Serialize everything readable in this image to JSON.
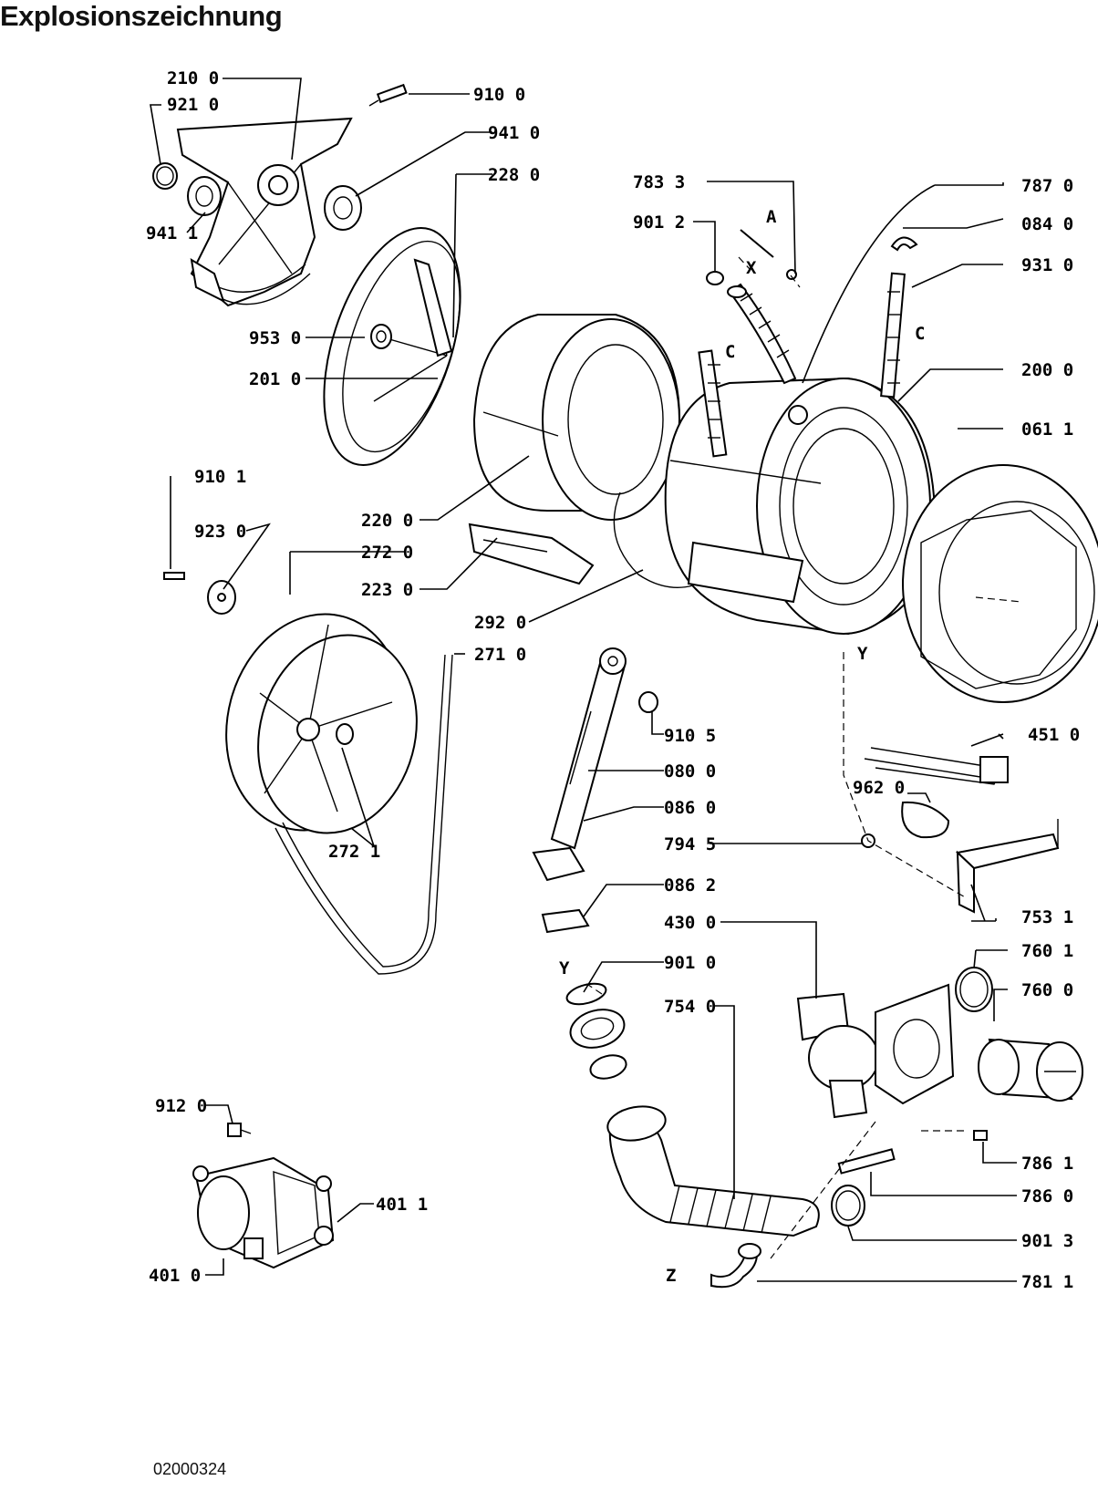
{
  "page_title": "Explosionszeichnung",
  "doc_number": "02000324",
  "letters": {
    "A": "A",
    "X": "X",
    "C1": "C",
    "C2": "C",
    "Y1": "Y",
    "Y2": "Y",
    "Z": "Z"
  },
  "labels": [
    {
      "id": "210-0",
      "text": "210 0"
    },
    {
      "id": "921-0",
      "text": "921 0"
    },
    {
      "id": "910-0",
      "text": "910 0"
    },
    {
      "id": "941-0",
      "text": "941 0"
    },
    {
      "id": "941-1",
      "text": "941 1"
    },
    {
      "id": "228-0",
      "text": "228 0"
    },
    {
      "id": "953-0",
      "text": "953 0"
    },
    {
      "id": "201-0",
      "text": "201 0"
    },
    {
      "id": "783-3",
      "text": "783 3"
    },
    {
      "id": "901-2",
      "text": "901 2"
    },
    {
      "id": "787-0",
      "text": "787 0"
    },
    {
      "id": "084-0",
      "text": "084 0"
    },
    {
      "id": "931-0",
      "text": "931 0"
    },
    {
      "id": "200-0",
      "text": "200 0"
    },
    {
      "id": "061-1",
      "text": "061 1"
    },
    {
      "id": "910-1",
      "text": "910 1"
    },
    {
      "id": "923-0",
      "text": "923 0"
    },
    {
      "id": "220-0",
      "text": "220 0"
    },
    {
      "id": "272-0",
      "text": "272 0"
    },
    {
      "id": "223-0",
      "text": "223 0"
    },
    {
      "id": "292-0",
      "text": "292 0"
    },
    {
      "id": "271-0",
      "text": "271 0"
    },
    {
      "id": "910-5",
      "text": "910 5"
    },
    {
      "id": "080-0",
      "text": "080 0"
    },
    {
      "id": "086-0",
      "text": "086 0"
    },
    {
      "id": "794-5",
      "text": "794 5"
    },
    {
      "id": "451-0",
      "text": "451 0"
    },
    {
      "id": "962-0",
      "text": "962 0"
    },
    {
      "id": "272-1",
      "text": "272 1"
    },
    {
      "id": "086-2",
      "text": "086 2"
    },
    {
      "id": "753-1",
      "text": "753 1"
    },
    {
      "id": "430-0",
      "text": "430 0"
    },
    {
      "id": "901-0",
      "text": "901 0"
    },
    {
      "id": "760-1",
      "text": "760 1"
    },
    {
      "id": "754-0",
      "text": "754 0"
    },
    {
      "id": "760-0",
      "text": "760 0"
    },
    {
      "id": "912-0",
      "text": "912 0"
    },
    {
      "id": "401-1",
      "text": "401 1"
    },
    {
      "id": "401-0",
      "text": "401 0"
    },
    {
      "id": "786-1",
      "text": "786 1"
    },
    {
      "id": "786-0",
      "text": "786 0"
    },
    {
      "id": "901-3",
      "text": "901 3"
    },
    {
      "id": "781-1",
      "text": "781 1"
    }
  ]
}
